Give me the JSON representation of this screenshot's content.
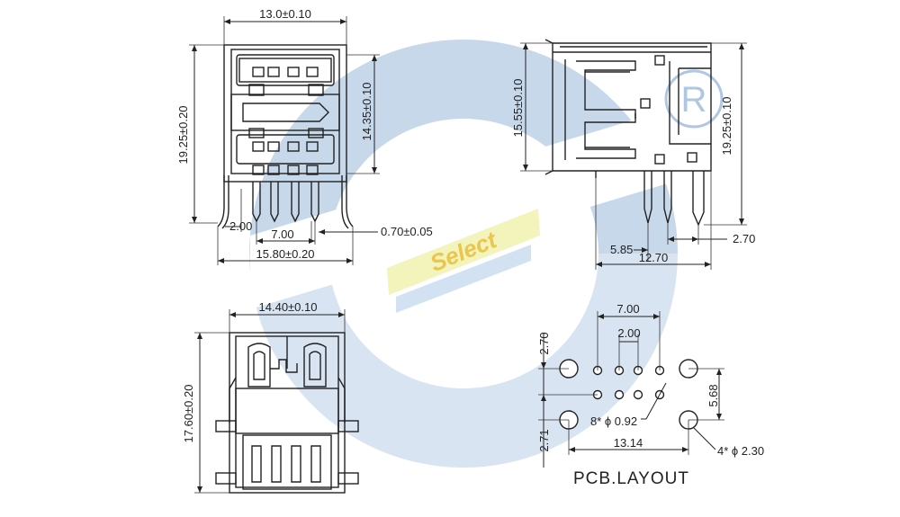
{
  "watermark": {
    "brand_text": "Select",
    "colors": {
      "blue": "#2e6fb5",
      "blue_light": "#8db5dd",
      "yellow": "#f0f0a8",
      "gold": "#e8b820"
    }
  },
  "front_view": {
    "width": "13.0±0.10",
    "height": "19.25±0.20",
    "inner_height": "14.35±0.10",
    "pin_offset": "2.00",
    "pin_span": "7.00",
    "pin_width": "0.70±0.05",
    "footprint": "15.80±0.20"
  },
  "side_view": {
    "height": "15.55±0.10",
    "total_height": "19.25±0.10",
    "pin_gap": "2.70",
    "pin_offset": "5.85",
    "depth": "12.70"
  },
  "bottom_view": {
    "width": "14.40±0.10",
    "length": "17.60±0.20"
  },
  "pcb_layout": {
    "title": "PCB.LAYOUT",
    "pitch_outer": "7.00",
    "pitch_inner": "2.00",
    "row_top": "2.70",
    "row_bottom": "2.71",
    "peg_spacing": "5.68",
    "peg_span": "13.14",
    "pin_holes": "8* ϕ 0.92",
    "peg_holes": "4* ϕ 2.30"
  }
}
